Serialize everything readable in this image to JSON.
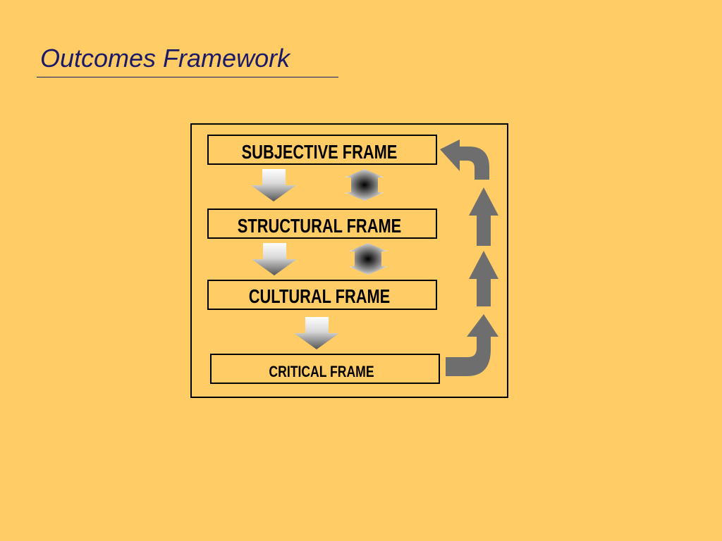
{
  "slide": {
    "title": "Outcomes Framework"
  },
  "frames": [
    {
      "label": "SUBJECTIVE FRAME"
    },
    {
      "label": "STRUCTURAL FRAME"
    },
    {
      "label": "CULTURAL FRAME"
    },
    {
      "label": "CRITICAL FRAME"
    }
  ],
  "colors": {
    "background": "#FFCC66",
    "title_text": "#1A1A66",
    "title_rule": "#1A1A66",
    "box_border": "#000000",
    "feedback_arrow": "#6E6E6E"
  },
  "icons": {
    "down_arrow": "down-arrow-icon",
    "double_arrow": "double-arrow-icon",
    "feedback_arrow": "feedback-arrow-icon"
  }
}
